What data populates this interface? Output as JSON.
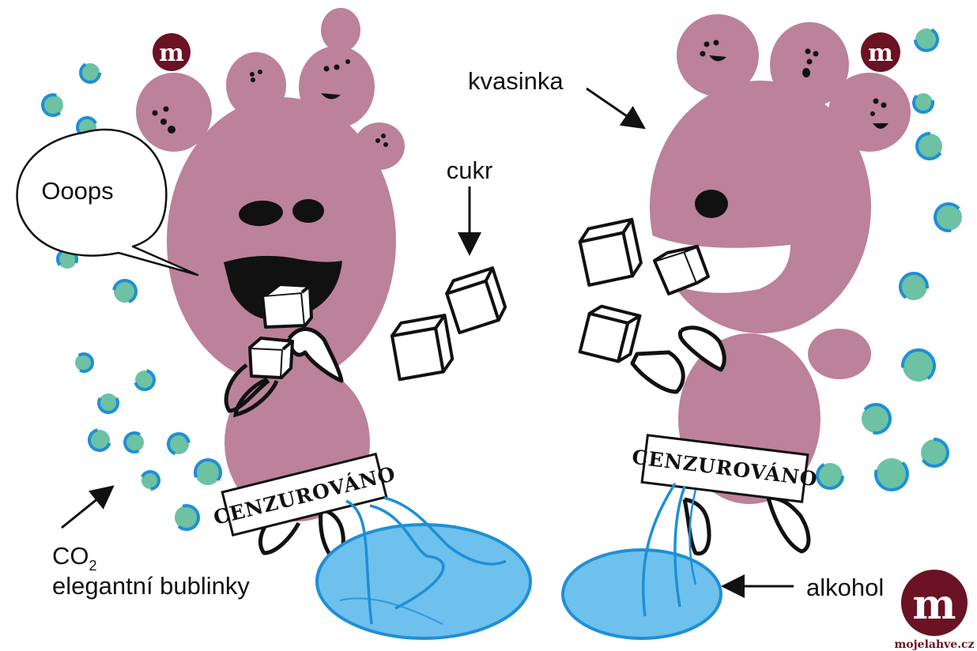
{
  "labels": {
    "ooops": "Ooops",
    "cukr": "cukr",
    "kvasinka": "kvasinka",
    "co2_main": "CO",
    "co2_sub": "2",
    "bubbles": "elegantní bublinky",
    "alcohol": "alkohol",
    "stamp_left": "CENZUROVÁNO",
    "stamp_right": "CENZUROVÁNO"
  },
  "logo": {
    "letter": "m",
    "site": "mojelahve.cz"
  },
  "colors": {
    "yeast": "#bb8299",
    "logo": "#6b1224",
    "bubble_fill": "#6cc2a3",
    "bubble_ring": "#1f8fd6",
    "alcohol": "#6ec1ec",
    "alcohol_stream": "#1f8fd6",
    "outline": "#111111"
  }
}
